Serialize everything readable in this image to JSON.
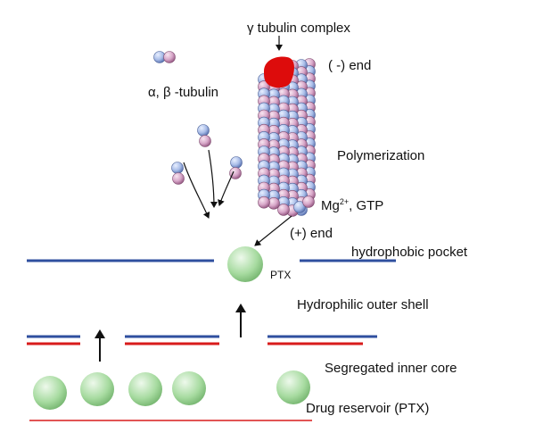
{
  "labels": {
    "gamma_complex": "γ tubulin  complex",
    "minus_end": "( -) end",
    "alpha_beta": "α, β -tubulin",
    "polymerization": "Polymerization",
    "mg_prefix": "Mg",
    "mg_sup": "2+",
    "mg_suffix": ", GTP",
    "plus_end": "(+) end",
    "hydrophobic_pocket": "hydrophobic pocket",
    "ptx": "PTX",
    "hydrophilic_shell": "Hydrophilic outer shell",
    "segregated_core": "Segregated  inner core",
    "drug_reservoir": "Drug reservoir  (PTX)"
  },
  "colors": {
    "alpha_subunit": "#a9bde8",
    "beta_subunit": "#d7a6c8",
    "gamma_complex": "#dd0c0c",
    "membrane_blue": "#2f4f9f",
    "membrane_red": "#d81b1b",
    "ptx_sphere": "#a7dba0"
  }
}
